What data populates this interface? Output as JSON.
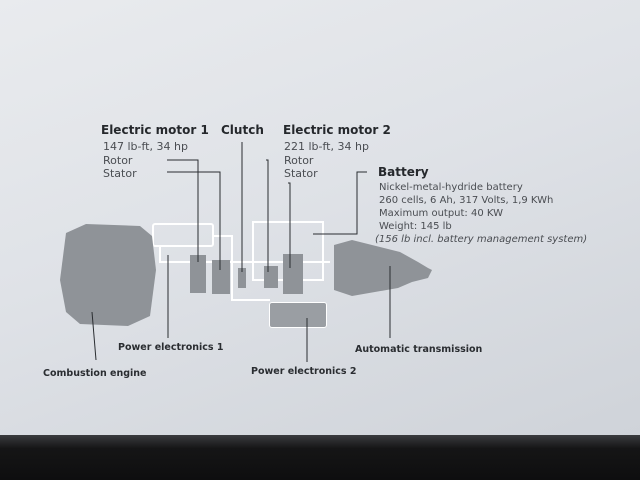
{
  "motor1": {
    "title": "Electric motor 1",
    "spec": "147 lb-ft, 34 hp",
    "rotor": "Rotor",
    "stator": "Stator"
  },
  "clutch": {
    "title": "Clutch"
  },
  "motor2": {
    "title": "Electric motor 2",
    "spec": "221 lb-ft, 34 hp",
    "rotor": "Rotor",
    "stator": "Stator"
  },
  "battery": {
    "title": "Battery",
    "lines": [
      "Nickel-metal-hydride battery",
      "260 cells, 6 Ah, 317 Volts, 1,9 KWh",
      "Maximum output: 40 KW",
      "Weight: 145 lb",
      "(156 lb incl. battery management system)"
    ]
  },
  "captions": {
    "combustion_engine": "Combustion engine",
    "power_electronics_1": "Power electronics 1",
    "power_electronics_2": "Power electronics 2",
    "automatic_transmission": "Automatic transmission"
  },
  "colors": {
    "board": "#e3e6ea",
    "component_fill": "#8f9398",
    "outline": "#ffffff",
    "leader": "#2a2d31"
  }
}
